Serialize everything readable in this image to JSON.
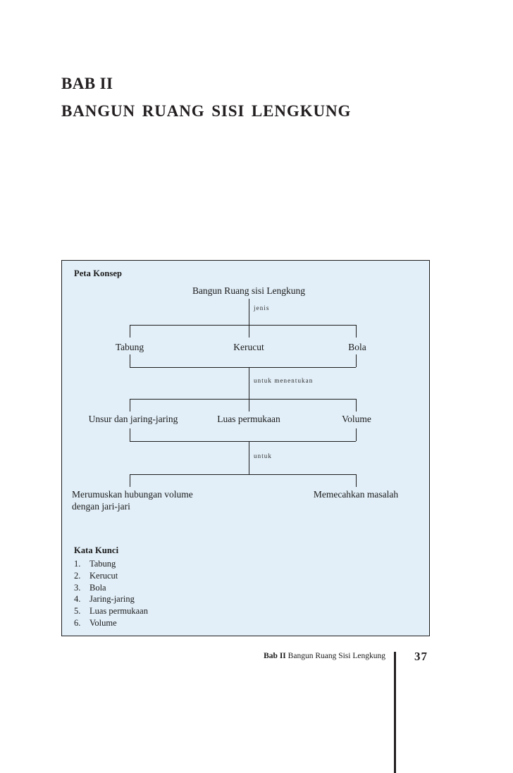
{
  "heading": {
    "chapter_number": "BAB II",
    "chapter_title": "BANGUN RUANG SISI LENGKUNG"
  },
  "concept_panel": {
    "peta_konsep_label": "Peta Konsep",
    "kata_kunci_label": "Kata Kunci",
    "background_color": "#e2eff8",
    "border_color": "#1c1c1c",
    "diagram": {
      "root": "Bangun Ruang sisi Lengkung",
      "edge_labels": {
        "level1": "jenis",
        "level2": "untuk  menentukan",
        "level3": "untuk"
      },
      "level1_nodes": [
        "Tabung",
        "Kerucut",
        "Bola"
      ],
      "level2_nodes": [
        "Unsur dan jaring-jaring",
        "Luas permukaan",
        "Volume"
      ],
      "level3_nodes": [
        "Merumuskan  hubungan volume dengan jari-jari",
        "Memecahkan masalah"
      ]
    },
    "kata_kunci_items": [
      {
        "num": "1.",
        "text": "Tabung"
      },
      {
        "num": "2.",
        "text": "Kerucut"
      },
      {
        "num": "3.",
        "text": "Bola"
      },
      {
        "num": "4.",
        "text": "Jaring-jaring"
      },
      {
        "num": "5.",
        "text": "Luas permukaan"
      },
      {
        "num": "6.",
        "text": "Volume"
      }
    ]
  },
  "footer": {
    "chapter_bold": "Bab II",
    "chapter_rest": " Bangun Ruang Sisi Lengkung",
    "page_number": "37"
  }
}
